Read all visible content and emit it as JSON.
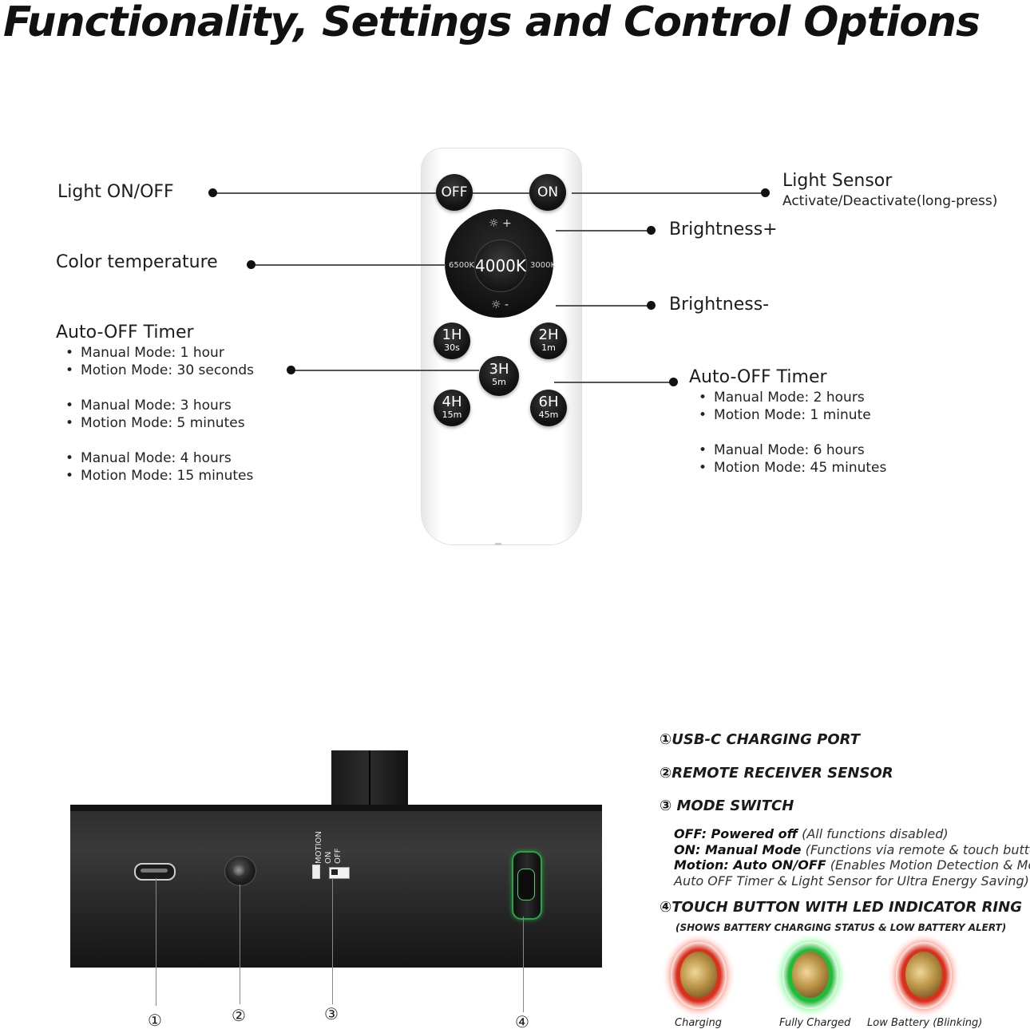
{
  "title": "Functionality, Settings and Control Options",
  "remote": {
    "off_label": "OFF",
    "on_label": "ON",
    "bright_up": "☼ +",
    "bright_down": "☼ -",
    "center_label": "4000K",
    "left_temp": "6500K",
    "right_temp": "3000K",
    "buttons": [
      {
        "main": "1H",
        "sub": "30s"
      },
      {
        "main": "2H",
        "sub": "1m"
      },
      {
        "main": "3H",
        "sub": "5m"
      },
      {
        "main": "4H",
        "sub": "15m"
      },
      {
        "main": "6H",
        "sub": "45m"
      }
    ]
  },
  "callouts": {
    "light_onoff": "Light ON/OFF",
    "light_sensor": "Light Sensor",
    "light_sensor_sub": "Activate/Deactivate(long-press)",
    "brightness_plus": "Brightness+",
    "color_temp": "Color temperature",
    "brightness_minus": "Brightness-",
    "timer_left_title": "Auto-OFF Timer",
    "timer_left_items": [
      "Manual Mode: 1 hour",
      "Motion Mode: 30 seconds",
      "Manual Mode: 3 hours",
      "Motion Mode: 5 minutes",
      "Manual Mode: 4 hours",
      "Motion Mode: 15 minutes"
    ],
    "timer_right_title": "Auto-OFF Timer",
    "timer_right_items": [
      "Manual Mode: 2 hours",
      "Motion Mode: 1 minute",
      "Manual Mode: 6 hours",
      "Motion Mode: 45 minutes"
    ]
  },
  "device": {
    "switch_labels": [
      "MOTION",
      "ON",
      "OFF"
    ],
    "markers": [
      "①",
      "②",
      "③",
      "④"
    ]
  },
  "features": {
    "usb": "①USB-C CHARGING PORT",
    "receiver": "②REMOTE RECEIVER SENSOR",
    "mode_switch": "③ MODE SWITCH",
    "modes": [
      {
        "key": "OFF: Powered off",
        "desc": " (All functions disabled)"
      },
      {
        "key": "ON: Manual Mode",
        "desc": " (Functions via remote & touch button)"
      },
      {
        "key": "Motion: Auto ON/OFF",
        "desc": " (Enables Motion Detection & Motion"
      }
    ],
    "mode_cont": "Auto OFF Timer & Light Sensor for Ultra Energy Saving)",
    "touch": "④TOUCH BUTTON WITH LED INDICATOR RING",
    "touch_sub": "(SHOWS BATTERY CHARGING STATUS & LOW BATTERY ALERT)",
    "led_states": [
      {
        "caption": "Charging",
        "color": "#e8402a"
      },
      {
        "caption": "Fully Charged",
        "color": "#2fd04a"
      },
      {
        "caption": "Low Battery (Blinking)",
        "color": "#e8402a"
      }
    ]
  }
}
